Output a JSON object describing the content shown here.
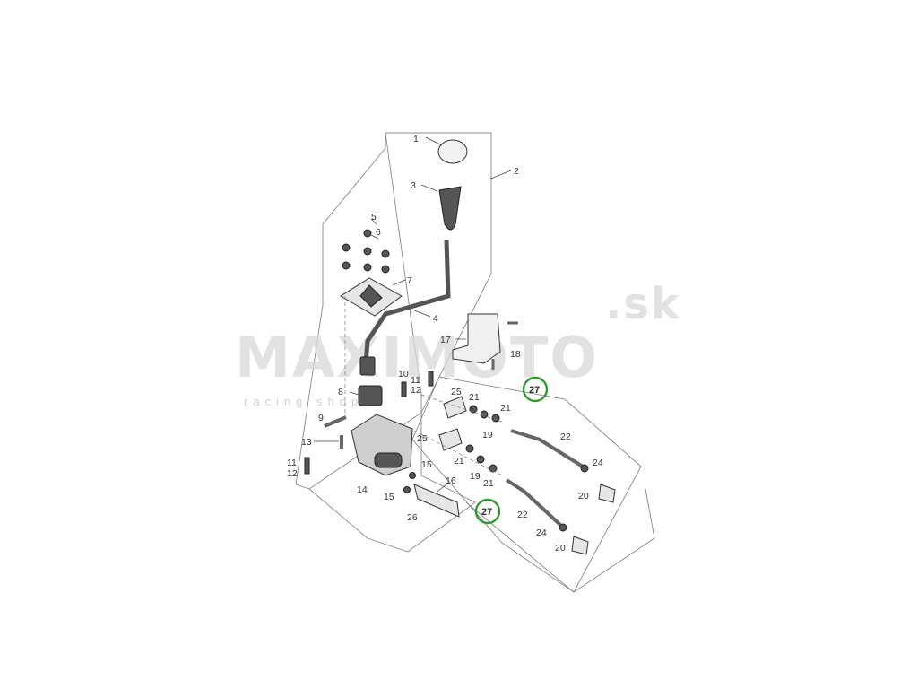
{
  "watermark": {
    "brand": "MAXIMOTO",
    "suffix": ".sk",
    "tagline": "racing shop"
  },
  "highlight_color": "#2e9b2e",
  "callouts": {
    "p1": "1",
    "p2": "2",
    "p3": "3",
    "p4": "4",
    "p5": "5",
    "p6": "6",
    "p7": "7",
    "p8": "8",
    "p9": "9",
    "p10": "10",
    "p11a": "11",
    "p11b": "11",
    "p12a": "12",
    "p12b": "12",
    "p13": "13",
    "p14": "14",
    "p15a": "15",
    "p15b": "15",
    "p16": "16",
    "p17": "17",
    "p18": "18",
    "p19a": "19",
    "p19b": "19",
    "p20a": "20",
    "p20b": "20",
    "p21a": "21",
    "p21b": "21",
    "p21c": "21",
    "p21d": "21",
    "p22a": "22",
    "p22b": "22",
    "p24a": "24",
    "p24b": "24",
    "p25a": "25",
    "p25b": "25",
    "p26": "26"
  },
  "highlighted_callouts": {
    "h1": "27",
    "h2": "27"
  }
}
